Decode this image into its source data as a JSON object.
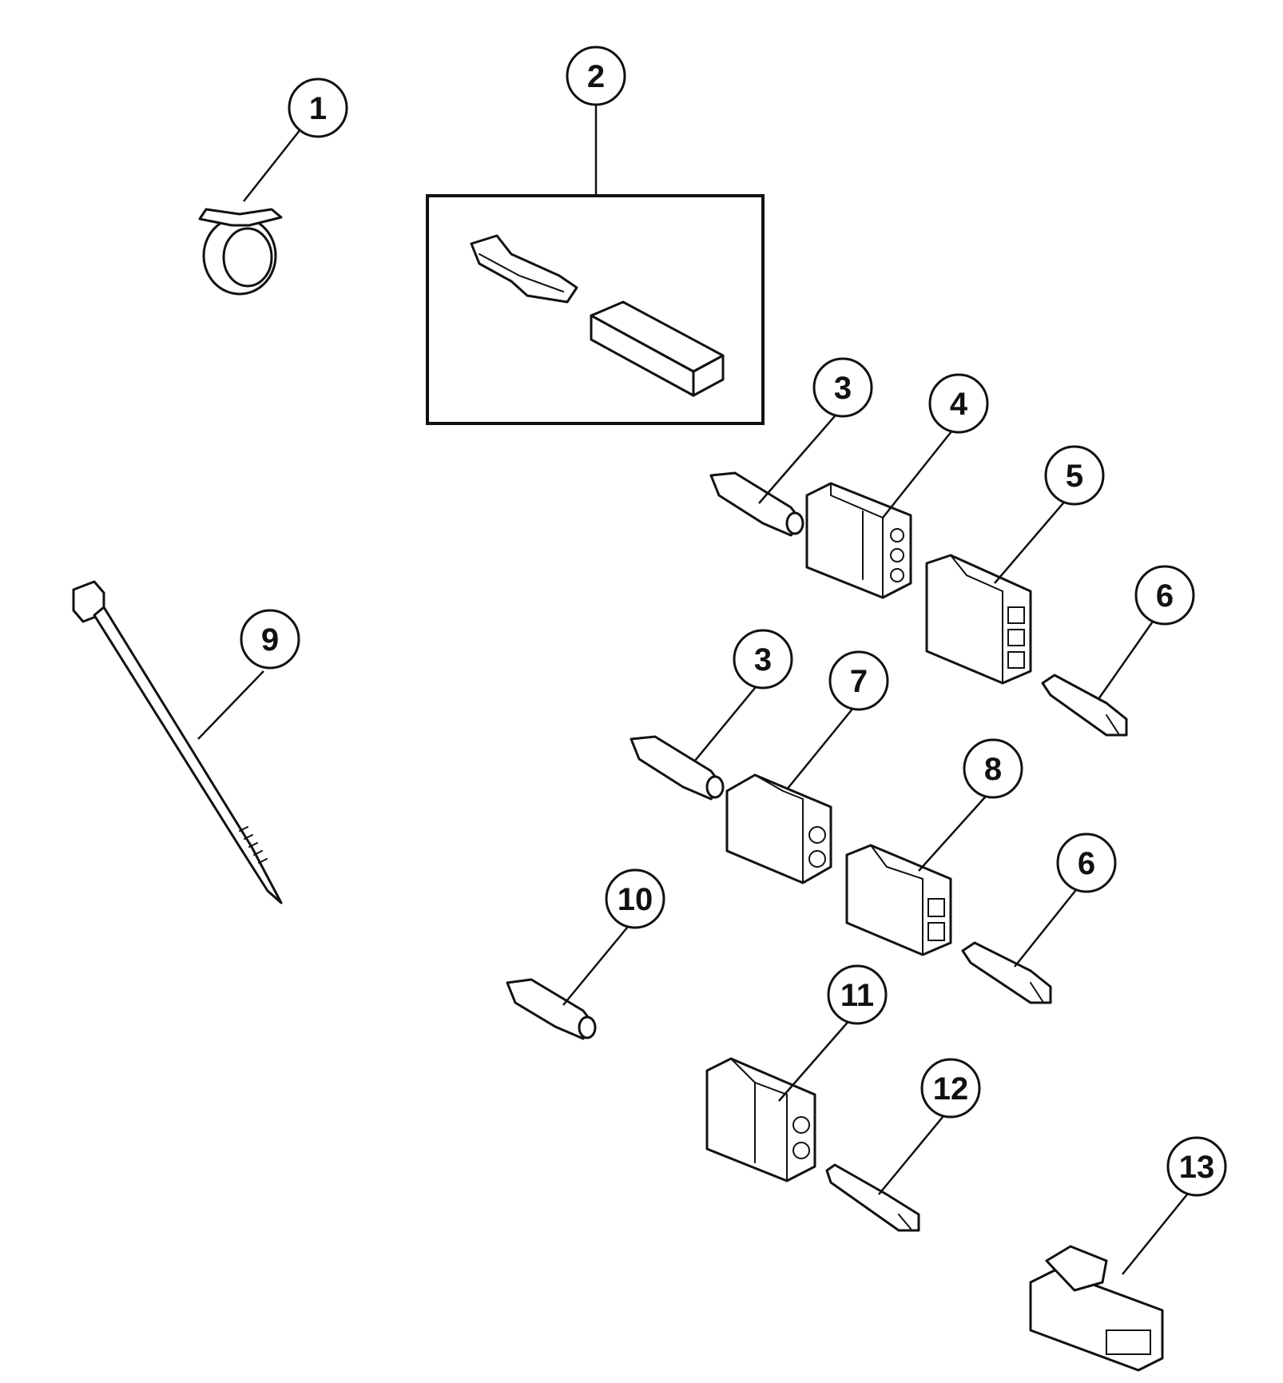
{
  "diagram": {
    "callouts": [
      {
        "id": "c1",
        "label": "1"
      },
      {
        "id": "c2",
        "label": "2"
      },
      {
        "id": "c3a",
        "label": "3"
      },
      {
        "id": "c4",
        "label": "4"
      },
      {
        "id": "c5",
        "label": "5"
      },
      {
        "id": "c6a",
        "label": "6"
      },
      {
        "id": "c9",
        "label": "9"
      },
      {
        "id": "c3b",
        "label": "3"
      },
      {
        "id": "c7",
        "label": "7"
      },
      {
        "id": "c8",
        "label": "8"
      },
      {
        "id": "c6b",
        "label": "6"
      },
      {
        "id": "c10",
        "label": "10"
      },
      {
        "id": "c11",
        "label": "11"
      },
      {
        "id": "c12",
        "label": "12"
      },
      {
        "id": "c13",
        "label": "13"
      }
    ]
  },
  "colors": {
    "ink": "#111111",
    "paper": "#ffffff"
  }
}
